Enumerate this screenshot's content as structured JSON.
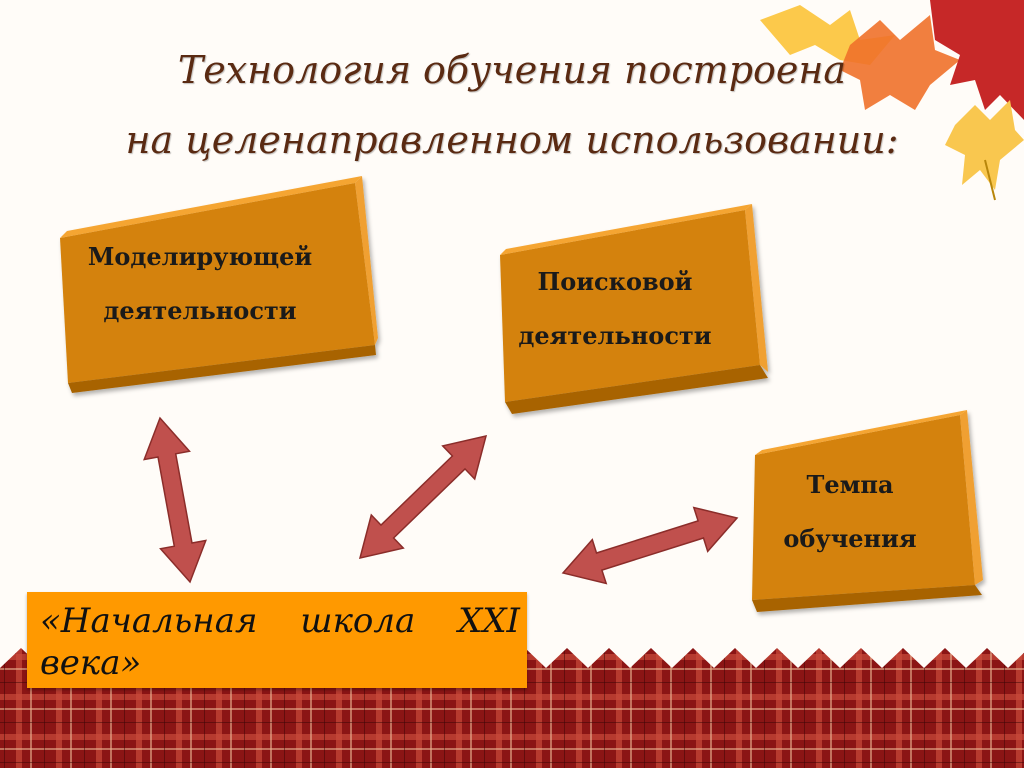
{
  "title": {
    "line1": "Технология обучения построена",
    "line2": "на целенаправленном использовании:"
  },
  "nodes": [
    {
      "id": "modeling",
      "line1": "Моделирующей",
      "line2": "деятельности"
    },
    {
      "id": "search",
      "line1": "Поисковой",
      "line2": "деятельности"
    },
    {
      "id": "pace",
      "line1": "Темпа",
      "line2": "обучения"
    }
  ],
  "school": {
    "text": "«Начальная школа XXI века»"
  },
  "colors": {
    "box_front": "#d4820a",
    "box_top": "#f5a533",
    "box_side": "#a86306",
    "arrow_fill": "#c0504d",
    "arrow_stroke": "#8b2d2a",
    "school_bg": "#ff9900",
    "title": "#5a2a12",
    "fence": "#8b1515"
  }
}
